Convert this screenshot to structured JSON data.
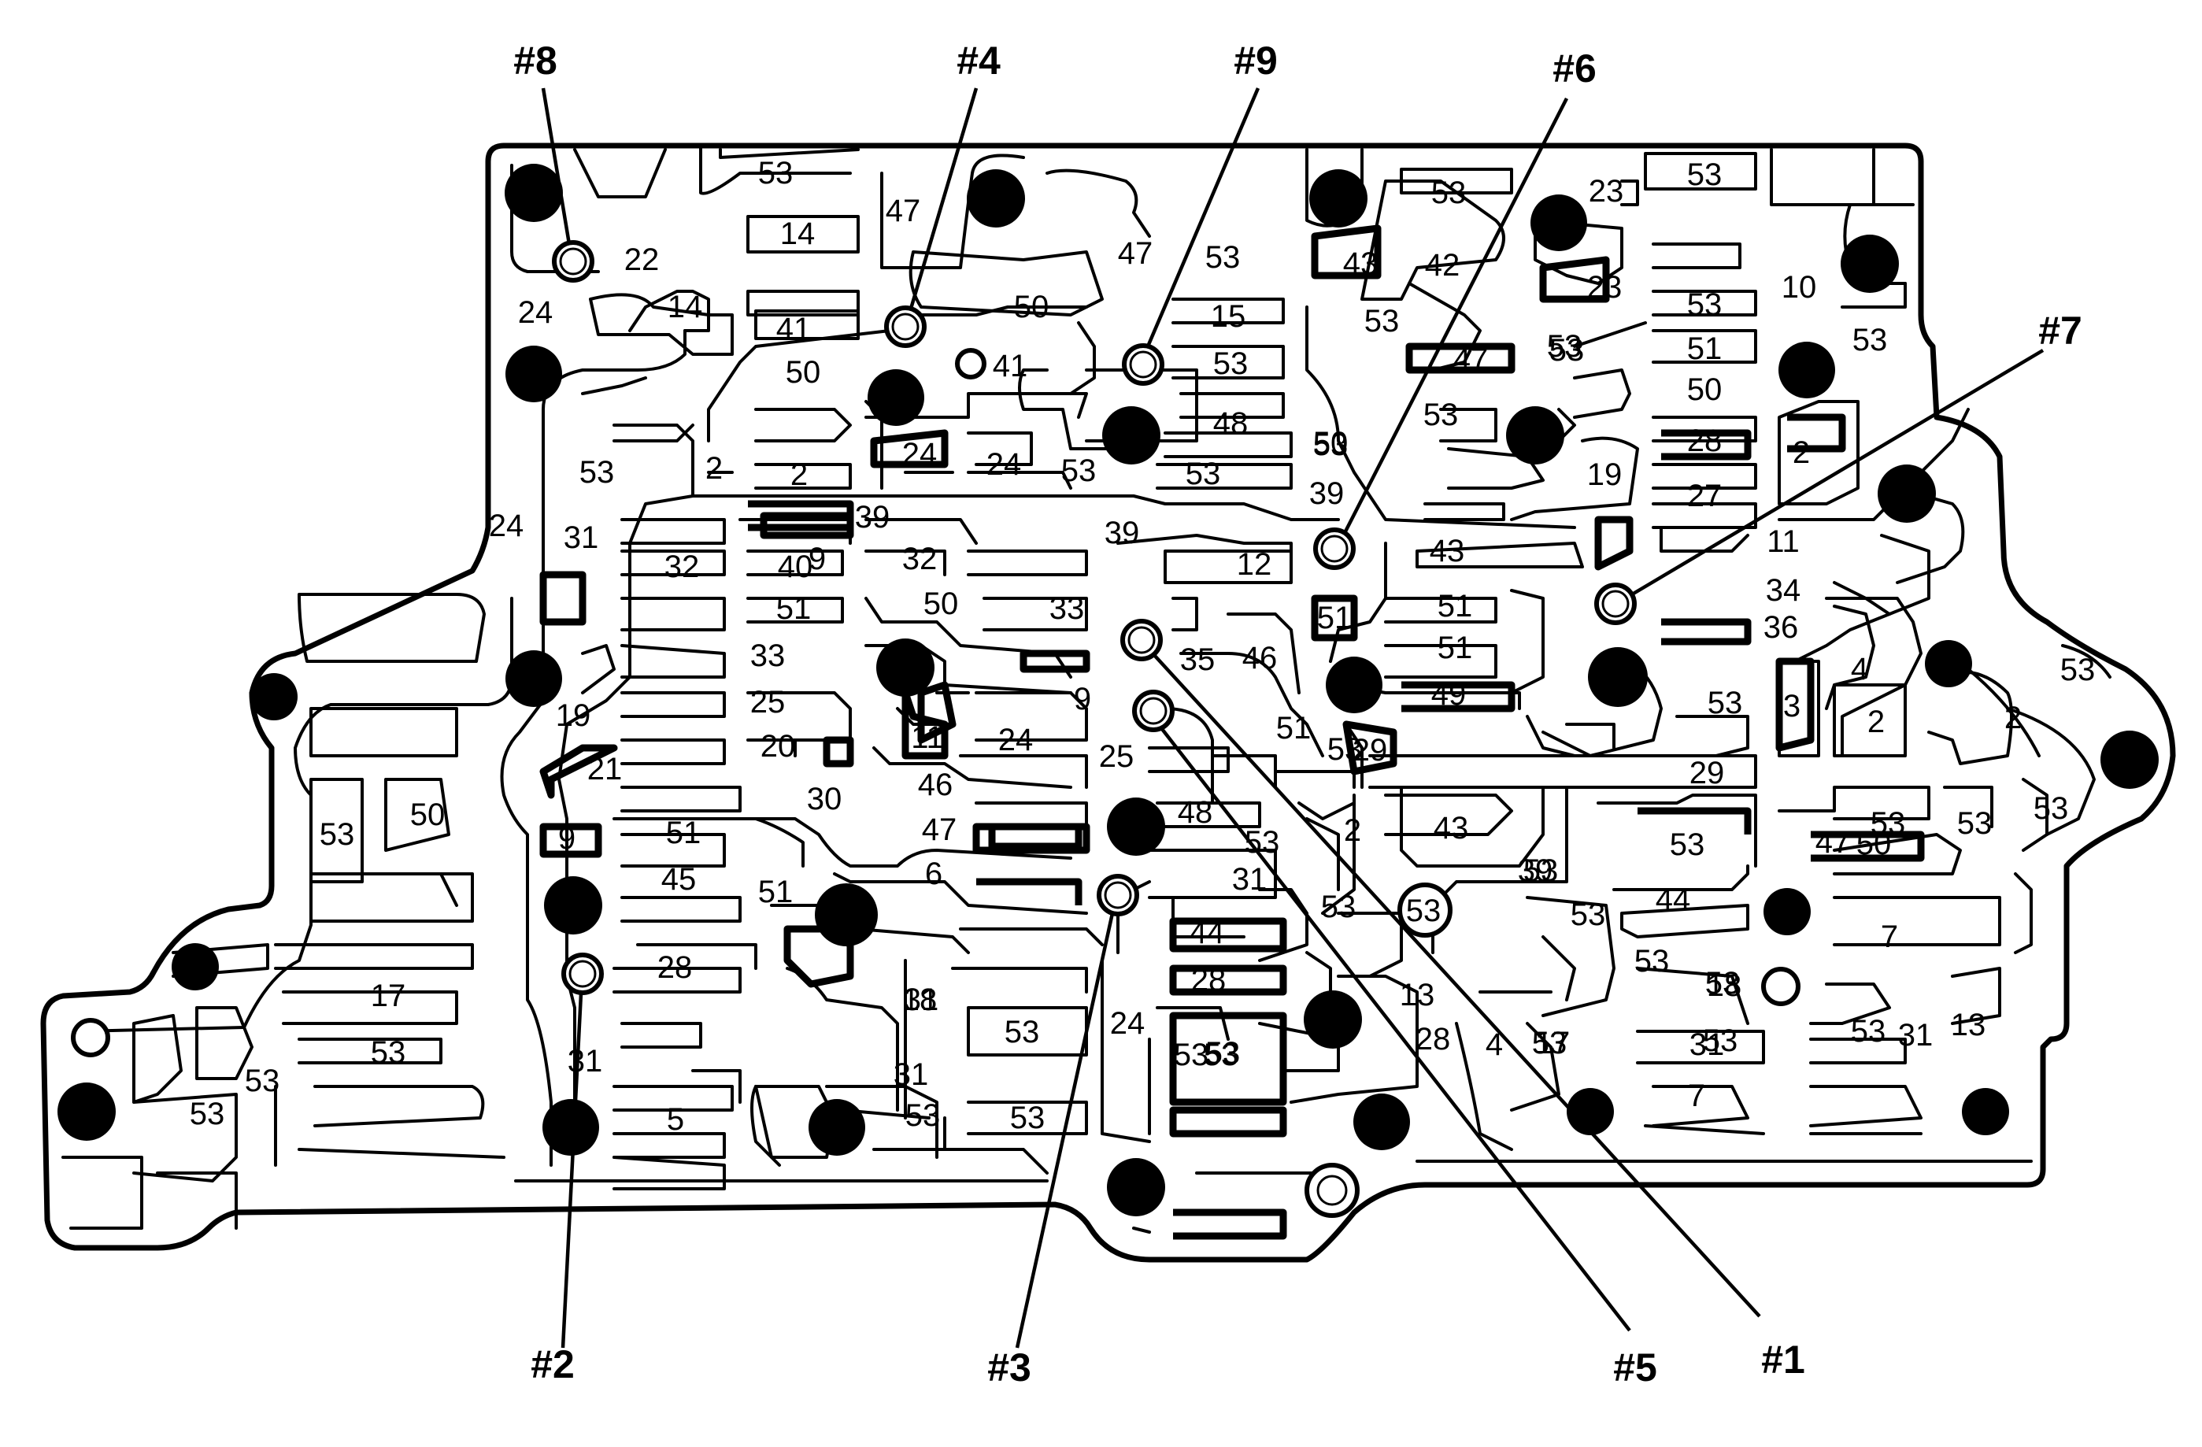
{
  "callouts": [
    {
      "key": "c8",
      "text": "#8"
    },
    {
      "key": "c4",
      "text": "#4"
    },
    {
      "key": "c9",
      "text": "#9"
    },
    {
      "key": "c6",
      "text": "#6"
    },
    {
      "key": "c7",
      "text": "#7"
    },
    {
      "key": "c2",
      "text": "#2"
    },
    {
      "key": "c3",
      "text": "#3"
    },
    {
      "key": "c5",
      "text": "#5"
    },
    {
      "key": "c1",
      "text": "#1"
    }
  ],
  "passage_labels": [
    "53",
    "14",
    "47",
    "53",
    "23",
    "53",
    "22",
    "47",
    "53",
    "43",
    "42",
    "23",
    "53",
    "10",
    "24",
    "14",
    "50",
    "15",
    "53",
    "53",
    "51",
    "53",
    "41",
    "41",
    "53",
    "47",
    "53",
    "50",
    "50",
    "53",
    "48",
    "53",
    "28",
    "2",
    "24",
    "19",
    "2",
    "2",
    "24",
    "53",
    "53",
    "50",
    "53",
    "27",
    "39",
    "39",
    "11",
    "24",
    "31",
    "39",
    "9",
    "43",
    "32",
    "40",
    "32",
    "50",
    "33",
    "34",
    "12",
    "51",
    "36",
    "51",
    "51",
    "46",
    "33",
    "35",
    "51",
    "4",
    "53",
    "53",
    "3",
    "49",
    "19",
    "25",
    "9",
    "51",
    "53",
    "24",
    "20",
    "11",
    "29",
    "29",
    "2",
    "2",
    "21",
    "25",
    "48",
    "53",
    "53",
    "53",
    "30",
    "46",
    "47",
    "43",
    "2",
    "53",
    "50",
    "39",
    "50",
    "9",
    "51",
    "51",
    "31",
    "53",
    "53",
    "47",
    "45",
    "53",
    "6",
    "53",
    "53",
    "53",
    "44",
    "44",
    "7",
    "53",
    "53",
    "28",
    "28",
    "18",
    "18",
    "13",
    "31",
    "13",
    "53",
    "24",
    "4",
    "31",
    "17",
    "31",
    "53",
    "53",
    "28",
    "53",
    "53",
    "31",
    "17",
    "53",
    "53",
    "53",
    "53",
    "31",
    "5",
    "53",
    "53",
    "7",
    "53"
  ],
  "colors": {
    "ink": "#000000",
    "paper": "#ffffff"
  }
}
